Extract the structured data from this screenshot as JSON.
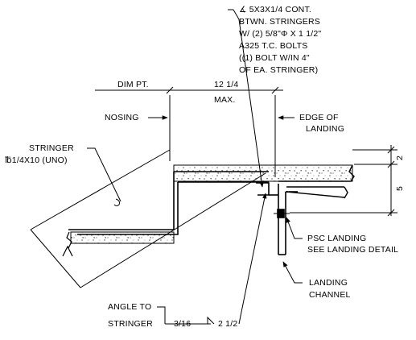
{
  "callout_angle": {
    "line1": "∡ 5x3x1/4 CONT.",
    "line2": "BTWN. STRINGERS",
    "line3": "W/ (2) 5/8\"φ x 1 1/2\"",
    "line4": "A325 T.C. BOLTS",
    "line5": "((1) BOLT W/IN 4\"",
    "line6": "OF EA. STRINGER)"
  },
  "dims": {
    "dim_pt": "DIM PT.",
    "width_value": "12 1/4",
    "width_qualifier": "MAX.",
    "rise_upper": "2",
    "rise_lower": "5"
  },
  "labels": {
    "nosing": "NOSING",
    "edge_line1": "EDGE OF",
    "edge_line2": "LANDING",
    "stringer_line1": "STRINGER",
    "stringer_line2": "℔1/4x10 (UNO)",
    "psc_line1": "PSC LANDING",
    "psc_line2": "SEE LANDING DETAIL",
    "channel_line1": "LANDING",
    "channel_line2": "CHANNEL"
  },
  "weld": {
    "note_line1": "ANGLE TO",
    "note_line2": "STRINGER",
    "size": "3/16",
    "length": "2 1/2"
  }
}
